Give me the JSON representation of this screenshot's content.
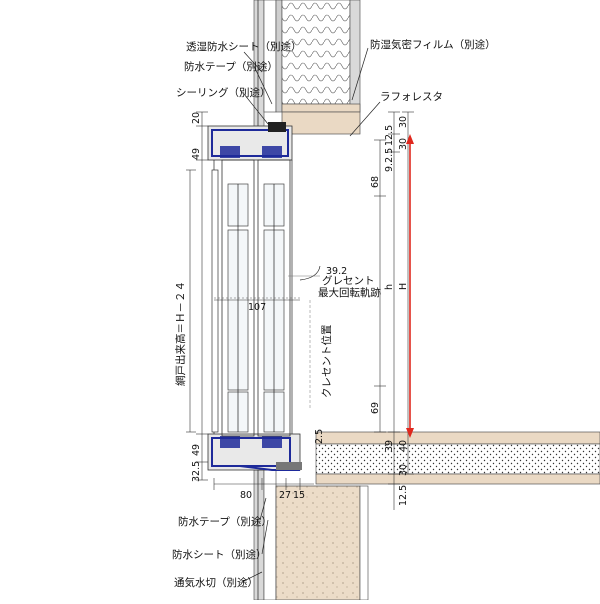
{
  "labels": {
    "breathable_sheet": "透湿防水シート（別途）",
    "vapor_film": "防湿気密フィルム（別途）",
    "tape_top": "防水テープ（別途）",
    "sealing": "シーリング（別途）",
    "lath": "ラフォレスタ",
    "screen_height": "網戸出来高＝Ｈ－２４",
    "crescent_arc_1": "グレセント",
    "crescent_arc_2": "最大回転軌跡",
    "crescent_pos": "クレセント位置",
    "tape_bottom": "防水テープ（別途）",
    "sheet_bottom": "防水シート（別途）",
    "vent_drain": "通気水切（別途）"
  },
  "dims": {
    "d20": "20",
    "d49a": "49",
    "d49b": "49",
    "d325": "32.5",
    "d80": "80",
    "d27": "27",
    "d15": "15",
    "d107": "107",
    "d392": "39.2",
    "d68": "68",
    "d69": "69",
    "dh": "h",
    "dH": "H",
    "d30a": "30",
    "d125a": "12.5",
    "d925": "9.2.5",
    "d30b": "30",
    "d39": "39",
    "d40": "40",
    "d30c": "30",
    "d125b": "12.5",
    "d25": "2.5"
  },
  "colors": {
    "frame_outline": "#1e2a9a",
    "height_arrow": "#e0281e",
    "wood_fill": "#ead9c4"
  }
}
